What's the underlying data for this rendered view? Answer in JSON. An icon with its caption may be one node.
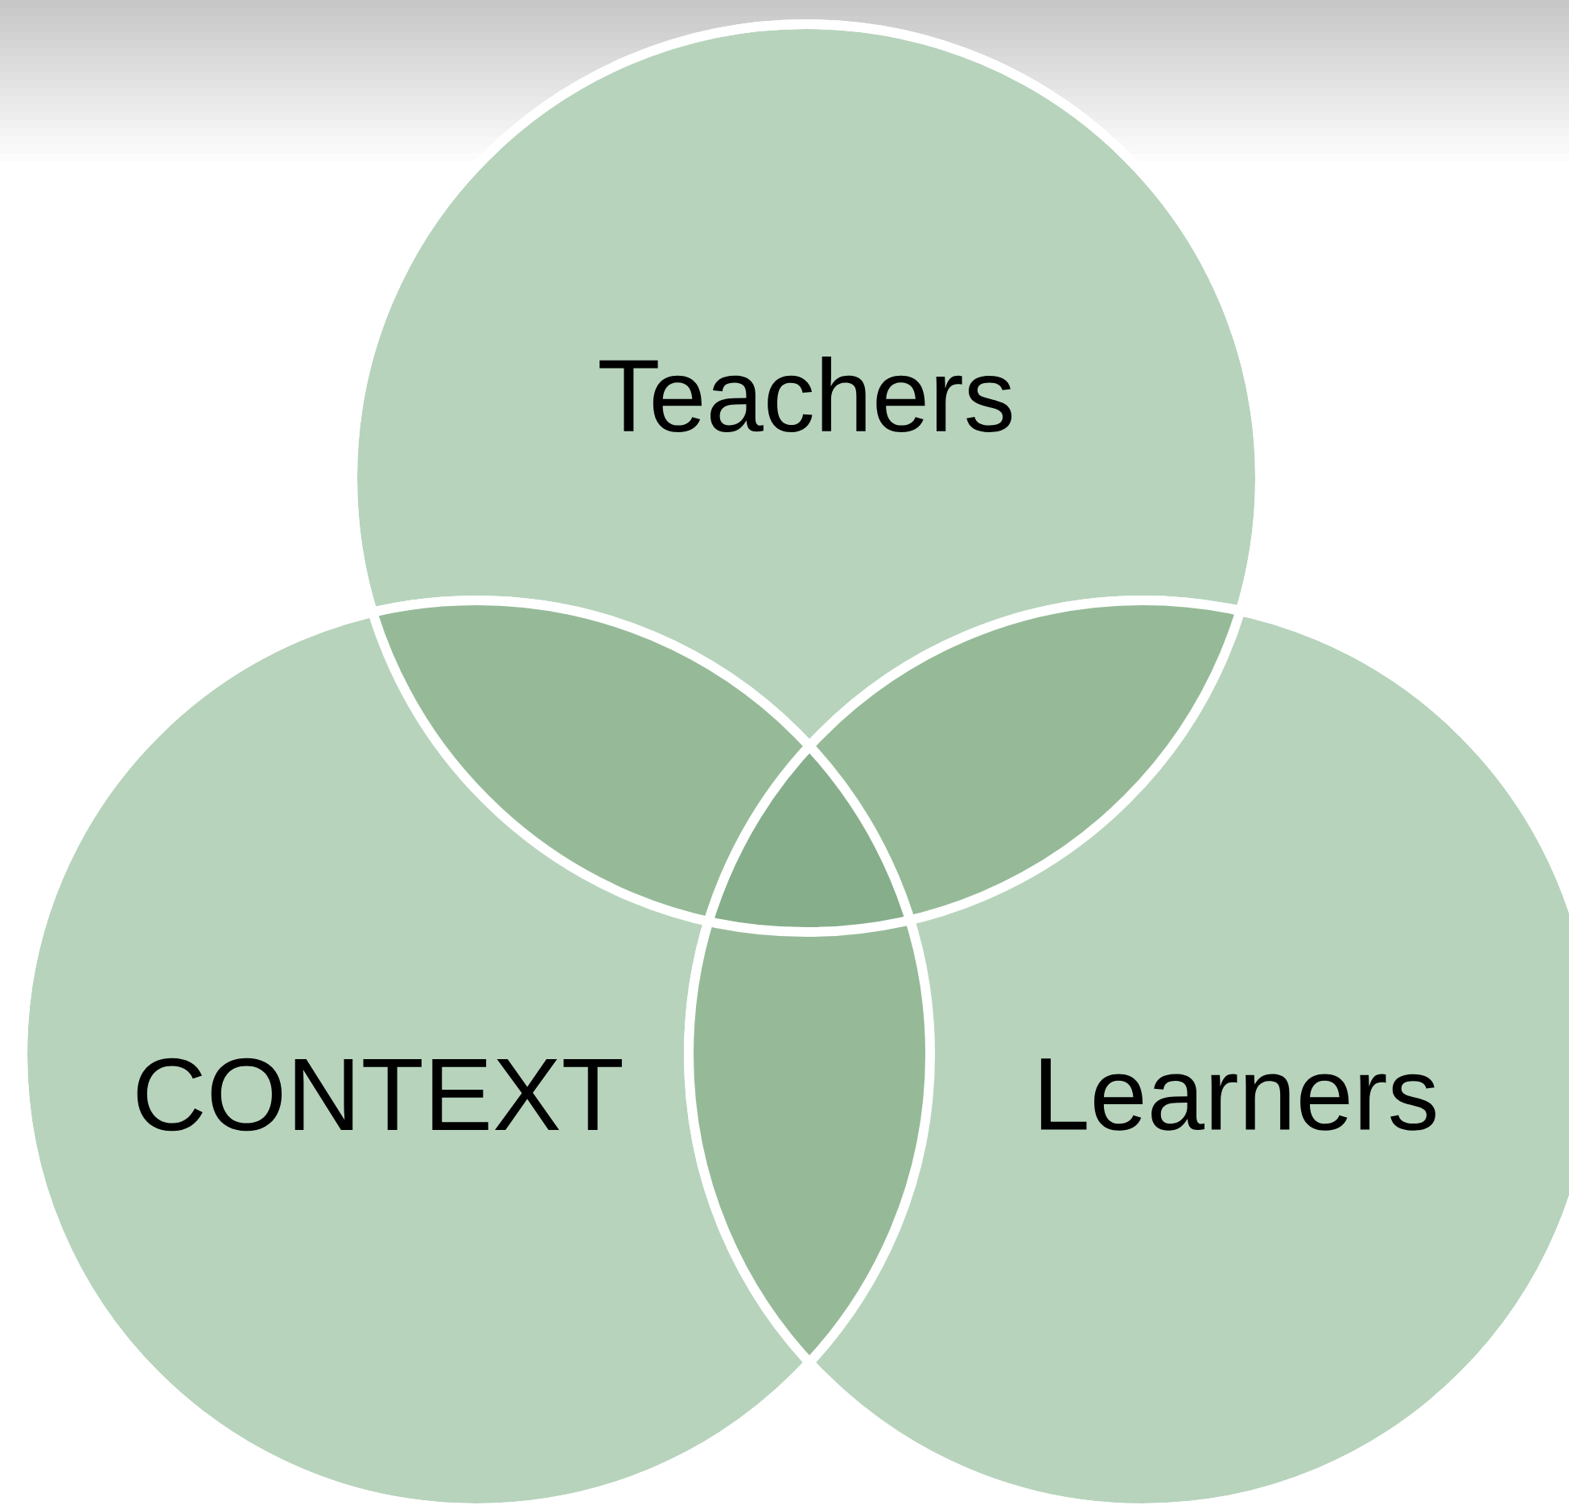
{
  "diagram": {
    "nodes": [
      {
        "text": [
          "Teachers"
        ]
      },
      {
        "text": [
          "CONTEXT"
        ]
      },
      {
        "text": [
          "Learners"
        ]
      }
    ]
  }
}
